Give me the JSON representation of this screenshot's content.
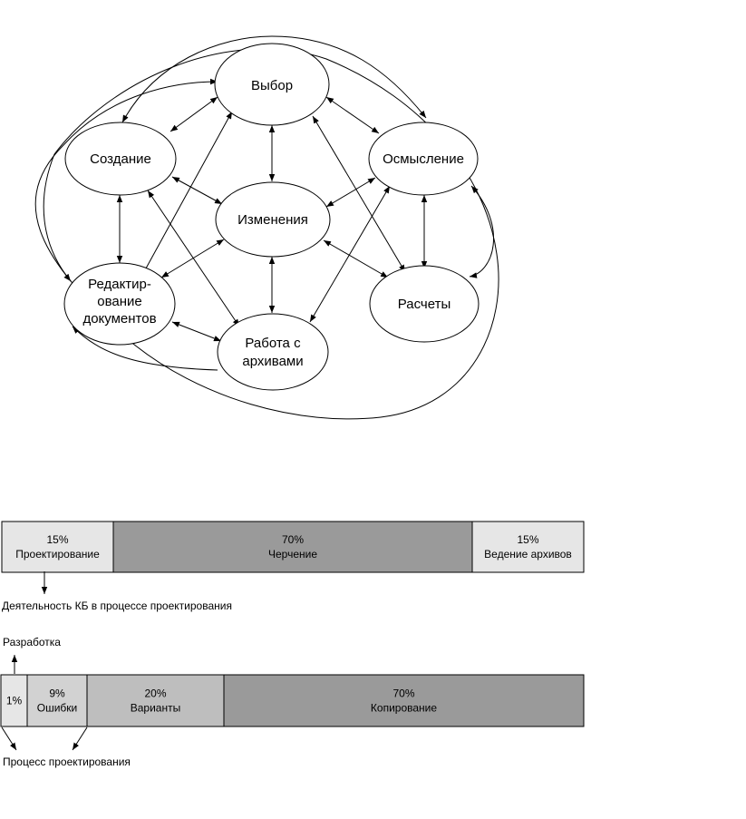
{
  "diagram": {
    "nodes": {
      "vybor": "Выбор",
      "sozdanie": "Создание",
      "osmyslenie": "Осмысление",
      "izmeneniya": "Изменения",
      "redakt_line1": "Редактир-",
      "redakt_line2": "ование",
      "redakt_line3": "документов",
      "raschety": "Расчеты",
      "archiv_line1": "Работа с",
      "archiv_line2": "архивами"
    }
  },
  "bar1": {
    "segments": [
      {
        "percent": "15%",
        "label": "Проектирование",
        "value": 15,
        "color": "#e6e6e6"
      },
      {
        "percent": "70%",
        "label": "Черчение",
        "value": 70,
        "color": "#9a9a9a"
      },
      {
        "percent": "15%",
        "label": "Ведение архивов",
        "value": 15,
        "color": "#e6e6e6"
      }
    ],
    "caption": "Деятельность КБ в процессе проектирования"
  },
  "bar2": {
    "segments": [
      {
        "percent": "1%",
        "label": "",
        "value": 1,
        "color": "#e6e6e6"
      },
      {
        "percent": "9%",
        "label": "Ошибки",
        "value": 9,
        "color": "#d2d2d2"
      },
      {
        "percent": "20%",
        "label": "Варианты",
        "value": 20,
        "color": "#bebebe"
      },
      {
        "percent": "70%",
        "label": "Копирование",
        "value": 70,
        "color": "#9a9a9a"
      }
    ],
    "top_caption": "Разработка",
    "bottom_caption": "Процесс проектирования"
  }
}
